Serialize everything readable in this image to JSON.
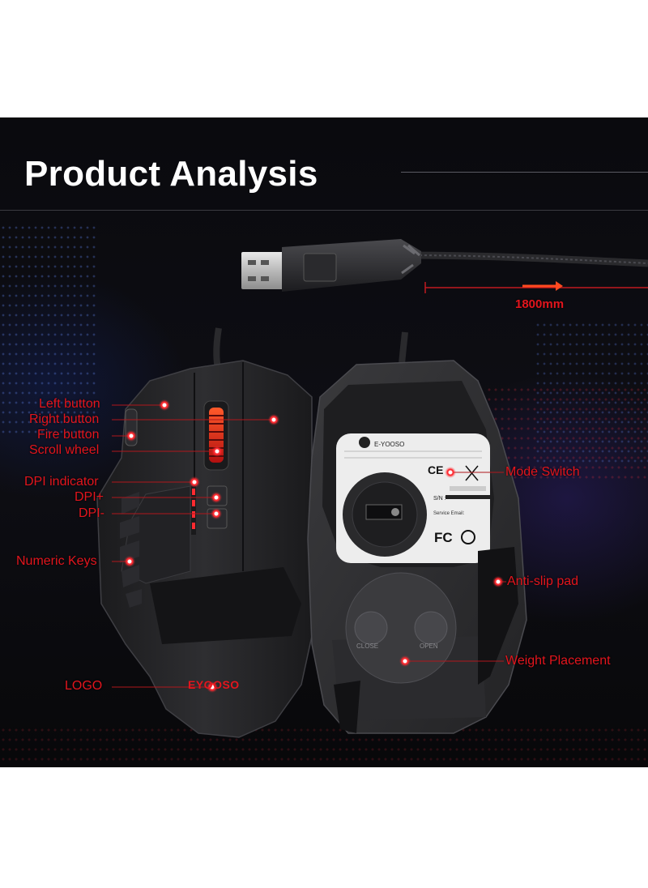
{
  "title": "Product Analysis",
  "cable_length": "1800mm",
  "mouse_top_labels": {
    "left_button": "Left button",
    "right_button": "Right button",
    "fire_button": "Fire button",
    "scroll_wheel": "Scroll wheel",
    "dpi_indicator": "DPI indicator",
    "dpi_plus": "DPI+",
    "dpi_minus": "DPI-",
    "numeric_keys": "Numeric Keys",
    "logo": "LOGO"
  },
  "mouse_bottom_labels": {
    "mode_switch": "Mode Switch",
    "anti_slip_pad": "Anti-slip pad",
    "weight_placement": "Weight Placement"
  },
  "product_markings": {
    "brand_logo": "EYOOSO",
    "brand_sticker": "E-YOOSO",
    "sn_label": "S/N :",
    "service_email": "Service Email:",
    "close_label": "CLOSE",
    "open_label": "OPEN",
    "fc_mark": "FC",
    "ce_mark": "CE"
  },
  "colors": {
    "accent_red": "#e3151d",
    "background": "#0b0b0f",
    "title_white": "#ffffff"
  }
}
